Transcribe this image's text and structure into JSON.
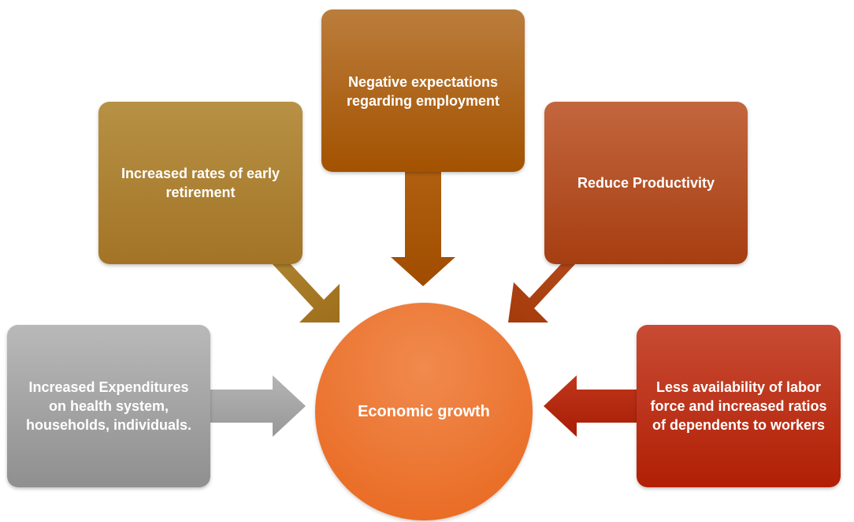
{
  "diagram": {
    "center": {
      "label": "Economic growth",
      "color": "#ea6b21"
    },
    "factors": {
      "top": {
        "label": "Negative expectations regarding employment",
        "color": "#a85b10"
      },
      "upper_left": {
        "label": "Increased rates of early retirement",
        "color": "#ac8133"
      },
      "upper_right": {
        "label": "Reduce Productivity",
        "color": "#b24d24"
      },
      "left": {
        "label": "Increased Expenditures on health system, households, individuals.",
        "color": "#a5a5a5"
      },
      "right": {
        "label": "Less availability of labor force and increased ratios of dependents to workers",
        "color": "#bd3219"
      }
    }
  }
}
